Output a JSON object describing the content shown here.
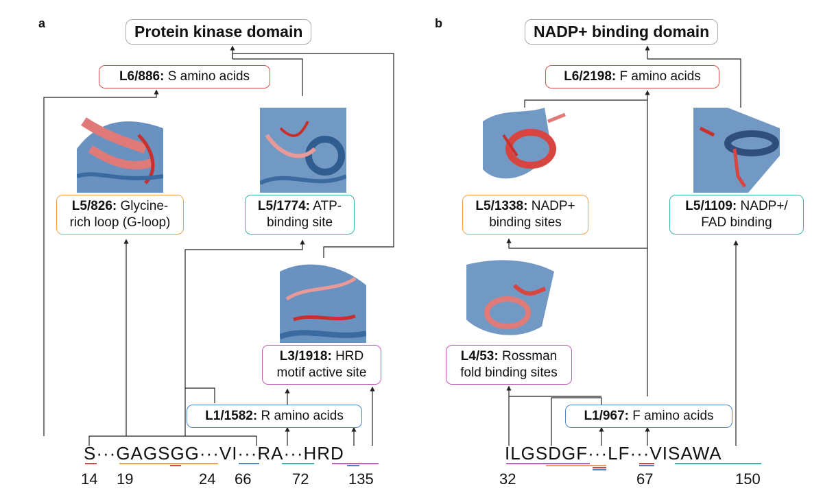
{
  "panel_a": {
    "label": "a",
    "title": "Protein kinase domain",
    "boxes": {
      "l6": {
        "bold": "L6/886:",
        "text": " S amino acids",
        "color": "#d9534f"
      },
      "l5_g": {
        "bold": "L5/826:",
        "text": " Glycine-",
        "text2": "rich loop (G-loop)",
        "color": "#f0a04b"
      },
      "l5_atp": {
        "bold": "L5/1774:",
        "text": " ATP-",
        "text2": "binding site",
        "color": "#3bb3a8"
      },
      "l3": {
        "bold": "L3/1918:",
        "text": " HRD",
        "text2": "motif active site",
        "color": "#c45bbf"
      },
      "l1": {
        "bold": "L1/1582:",
        "text": " R amino acids",
        "color": "#4a86c8"
      }
    },
    "sequence": "S···GAGSGG···VI···RA···HRD",
    "numbers": [
      "14",
      "19",
      "24",
      "66",
      "72",
      "135"
    ]
  },
  "panel_b": {
    "label": "b",
    "title": "NADP+ binding domain",
    "boxes": {
      "l6": {
        "bold": "L6/2198:",
        "text": " F amino acids",
        "color": "#d9534f"
      },
      "l5_nadp": {
        "bold": "L5/1338:",
        "text": " NADP+",
        "text2": "binding sites",
        "color": "#f0a04b"
      },
      "l5_fad": {
        "bold": "L5/1109:",
        "text": " NADP+/",
        "text2": "FAD binding",
        "color": "#3bb3a8"
      },
      "l4": {
        "bold": "L4/53:",
        "text": " Rossman",
        "text2": "fold binding sites",
        "color": "#c45bbf"
      },
      "l1": {
        "bold": "L1/967:",
        "text": " F amino acids",
        "color": "#4a86c8"
      }
    },
    "sequence": "ILGSDGF···LF···VISAWA",
    "numbers": [
      "32",
      "67",
      "150"
    ]
  },
  "colors": {
    "protein_blue": "#4f7fb5",
    "highlight_red": "#d6453f",
    "pink": "#e89a98",
    "line": "#222222"
  }
}
